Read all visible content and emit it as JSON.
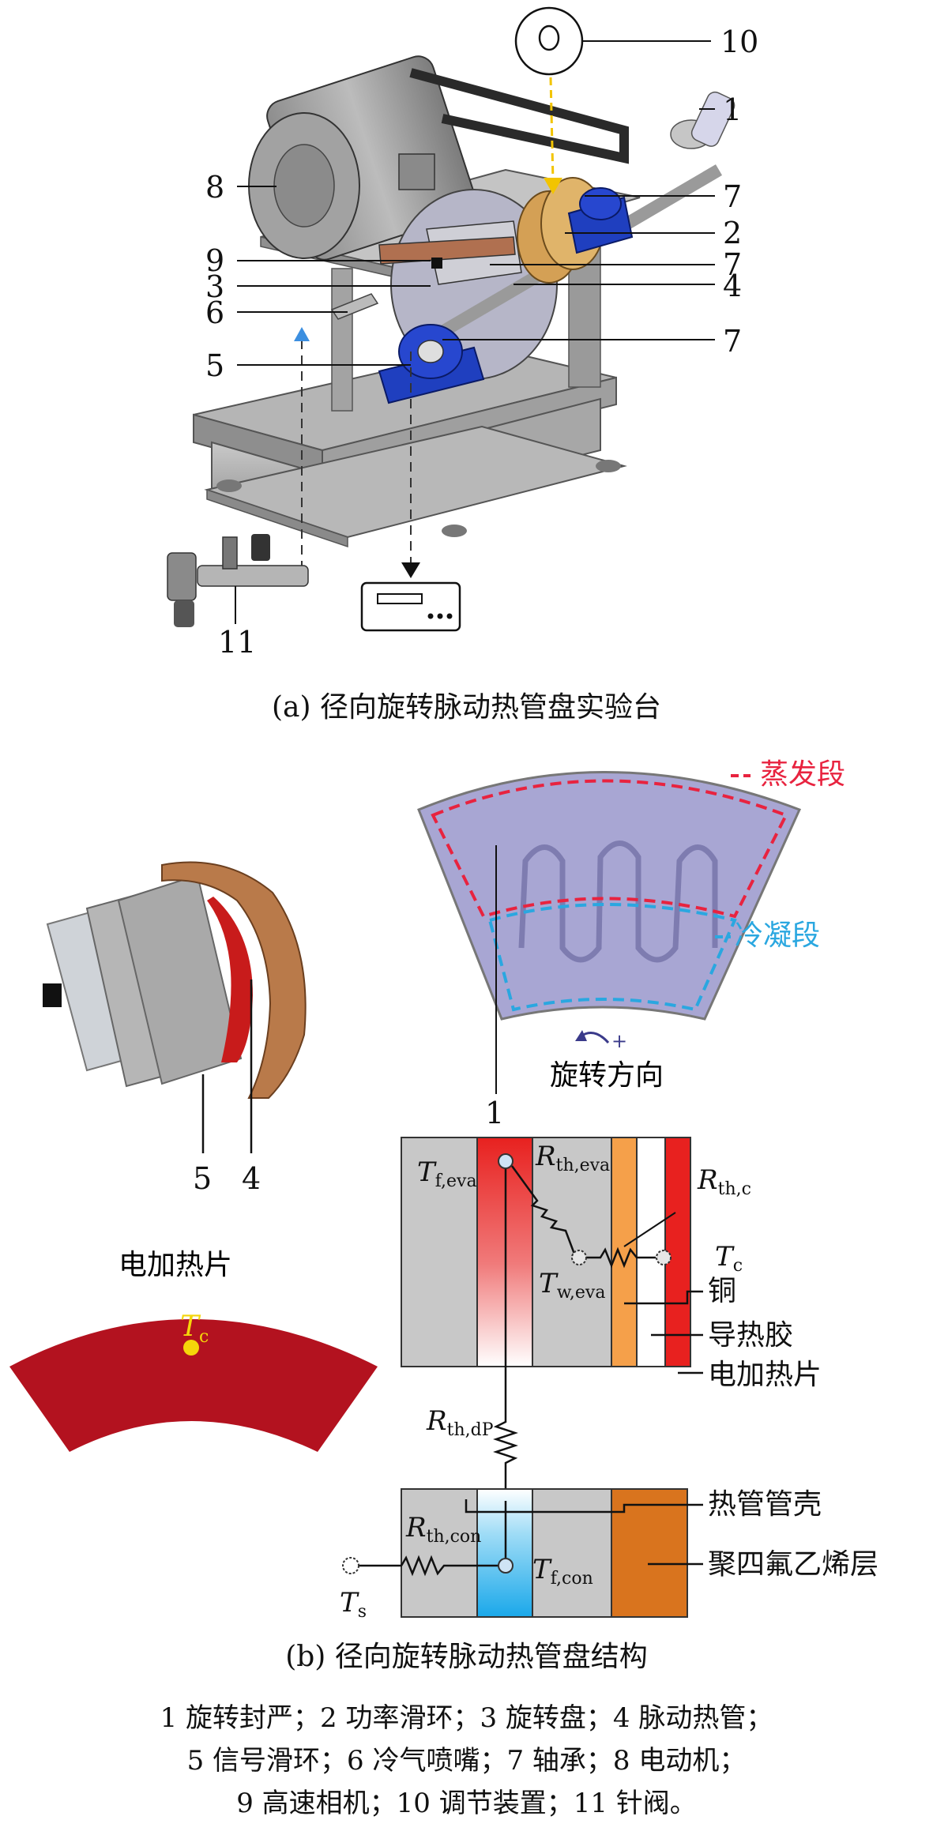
{
  "figure_a": {
    "caption": "(a) 径向旋转脉动热管盘实验台",
    "callouts": [
      "10",
      "1",
      "7",
      "2",
      "7",
      "4",
      "7",
      "8",
      "9",
      "3",
      "6",
      "5",
      "11"
    ]
  },
  "figure_b": {
    "caption": "(b) 径向旋转脉动热管盘结构",
    "zone_labels": {
      "evaporator": "蒸发段",
      "condenser": "冷凝段"
    },
    "rotation_label": "旋转方向",
    "disc_label": "1",
    "exploded_labels": [
      "5",
      "4"
    ],
    "heater_title": "电加热片",
    "heater_point": {
      "main": "T",
      "sub": "c"
    },
    "symbols": {
      "t_f_eva": {
        "main": "T",
        "sub": "f,eva"
      },
      "r_th_eva": {
        "main": "R",
        "sub": "th,eva"
      },
      "r_th_c": {
        "main": "R",
        "sub": "th,c"
      },
      "t_c": {
        "main": "T",
        "sub": "c"
      },
      "t_w_eva": {
        "main": "T",
        "sub": "w,eva"
      },
      "r_th_dp": {
        "main": "R",
        "sub": "th,dP"
      },
      "r_th_con": {
        "main": "R",
        "sub": "th,con"
      },
      "t_f_con": {
        "main": "T",
        "sub": "f,con"
      },
      "t_s": {
        "main": "T",
        "sub": "s"
      }
    },
    "layer_labels": [
      "铜",
      "导热胶",
      "电加热片",
      "热管管壳",
      "聚四氟乙烯层"
    ]
  },
  "legend_lines": [
    "1 旋转封严；2 功率滑环；3 旋转盘；4 脉动热管；",
    "5 信号滑环；6 冷气喷嘴；7 轴承；8 电动机；",
    "9 高速相机；10 调节装置；11 针阀。"
  ],
  "colors": {
    "red_layer": "#e8211f",
    "orange_layer": "#f5a04a",
    "teflon": "#d9741e",
    "gray": "#c8c8c8",
    "cyan": "#25b5ee",
    "heater": "#b3121f",
    "evap_dash": "#e8233f",
    "cond_dash": "#2aa7e0",
    "disc_fill": "#a8a6d3",
    "bearing_blue": "#1f3fbf",
    "ring_gold": "#d4a055"
  }
}
